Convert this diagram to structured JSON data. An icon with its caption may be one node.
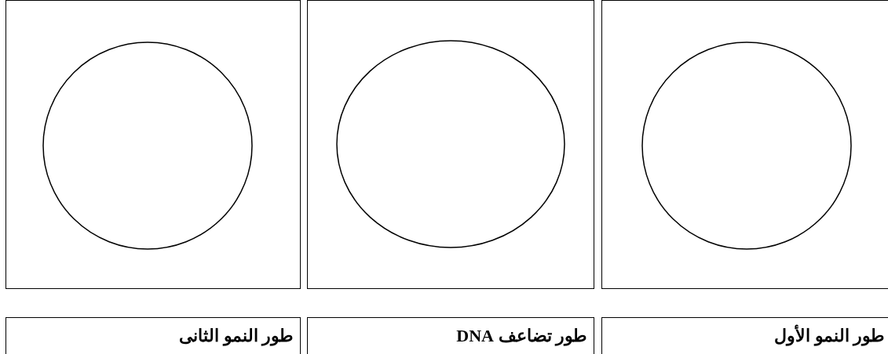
{
  "diagram": {
    "nodes": [
      {
        "text": [],
        "shape": "box"
      },
      {
        "text": [],
        "shape": "circle",
        "in": 0
      },
      {
        "text": [],
        "shape": "box"
      },
      {
        "text": [],
        "shape": "circle",
        "in": 2
      },
      {
        "text": [],
        "shape": "box"
      },
      {
        "text": [],
        "shape": "circle",
        "in": 4
      },
      {
        "text": [
          "طور النمو الأول"
        ]
      },
      {
        "text": [
          "طور تضاعف DNA"
        ]
      },
      {
        "text": [
          "طور النمو الثانى"
        ]
      }
    ]
  }
}
